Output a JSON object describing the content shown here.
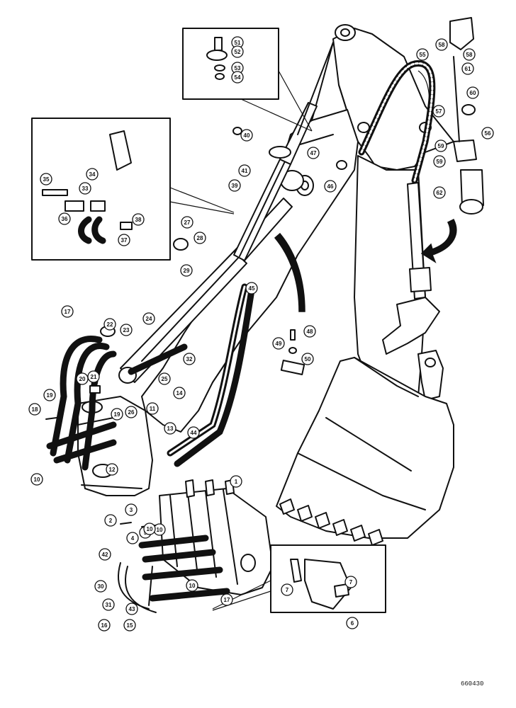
{
  "drawing_number": "660430",
  "callouts": [
    {
      "label": "1"
    },
    {
      "label": "2"
    },
    {
      "label": "3"
    },
    {
      "label": "4"
    },
    {
      "label": "5"
    },
    {
      "label": "6"
    },
    {
      "label": "7"
    },
    {
      "label": "7"
    },
    {
      "label": "10"
    },
    {
      "label": "10"
    },
    {
      "label": "10"
    },
    {
      "label": "10"
    },
    {
      "label": "11"
    },
    {
      "label": "12"
    },
    {
      "label": "13"
    },
    {
      "label": "14"
    },
    {
      "label": "15"
    },
    {
      "label": "16"
    },
    {
      "label": "17"
    },
    {
      "label": "17"
    },
    {
      "label": "18"
    },
    {
      "label": "19"
    },
    {
      "label": "19"
    },
    {
      "label": "20"
    },
    {
      "label": "21"
    },
    {
      "label": "22"
    },
    {
      "label": "23"
    },
    {
      "label": "24"
    },
    {
      "label": "25"
    },
    {
      "label": "26"
    },
    {
      "label": "27"
    },
    {
      "label": "28"
    },
    {
      "label": "29"
    },
    {
      "label": "30"
    },
    {
      "label": "31"
    },
    {
      "label": "32"
    },
    {
      "label": "33"
    },
    {
      "label": "34"
    },
    {
      "label": "35"
    },
    {
      "label": "36"
    },
    {
      "label": "37"
    },
    {
      "label": "38"
    },
    {
      "label": "39"
    },
    {
      "label": "40"
    },
    {
      "label": "41"
    },
    {
      "label": "42"
    },
    {
      "label": "43"
    },
    {
      "label": "44"
    },
    {
      "label": "45"
    },
    {
      "label": "46"
    },
    {
      "label": "47"
    },
    {
      "label": "48"
    },
    {
      "label": "49"
    },
    {
      "label": "50"
    },
    {
      "label": "51"
    },
    {
      "label": "52"
    },
    {
      "label": "53"
    },
    {
      "label": "54"
    },
    {
      "label": "55"
    },
    {
      "label": "56"
    },
    {
      "label": "57"
    },
    {
      "label": "58"
    },
    {
      "label": "59"
    },
    {
      "label": "58"
    },
    {
      "label": "59"
    },
    {
      "label": "60"
    },
    {
      "label": "61"
    },
    {
      "label": "62"
    }
  ]
}
